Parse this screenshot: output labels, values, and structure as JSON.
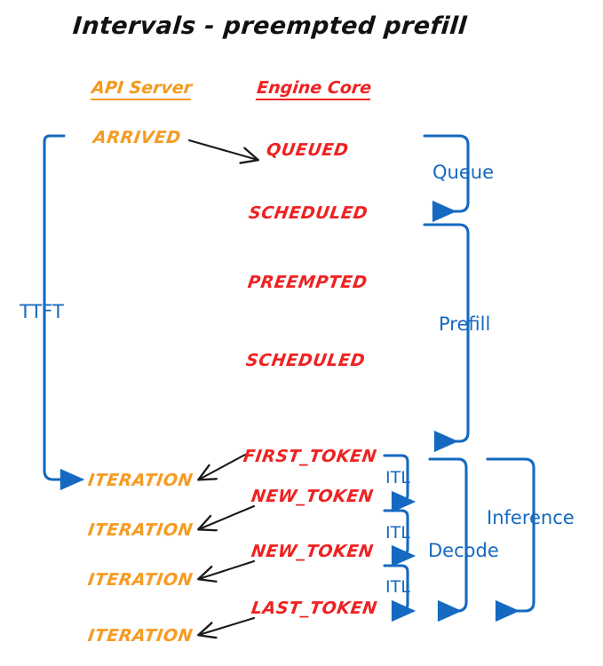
{
  "title": "Intervals - preempted prefill",
  "colors": {
    "orange": "#F59C23",
    "red": "#EE2222",
    "blue": "#1569C0",
    "black": "#111111",
    "background": "#FFFFFF"
  },
  "columns": {
    "api_server": "API Server",
    "engine_core": "Engine Core"
  },
  "api_events": [
    {
      "label": "ARRIVED"
    },
    {
      "label": "ITERATION"
    },
    {
      "label": "ITERATION"
    },
    {
      "label": "ITERATION"
    },
    {
      "label": "ITERATION"
    }
  ],
  "engine_events": [
    {
      "label": "QUEUED"
    },
    {
      "label": "SCHEDULED"
    },
    {
      "label": "PREEMPTED"
    },
    {
      "label": "SCHEDULED"
    },
    {
      "label": "FIRST_TOKEN"
    },
    {
      "label": "NEW_TOKEN"
    },
    {
      "label": "NEW_TOKEN"
    },
    {
      "label": "LAST_TOKEN"
    }
  ],
  "intervals": {
    "ttft": "TTFT",
    "queue": "Queue",
    "prefill": "Prefill",
    "decode": "Decode",
    "inference": "Inference",
    "itl": [
      "ITL",
      "ITL",
      "ITL"
    ]
  }
}
